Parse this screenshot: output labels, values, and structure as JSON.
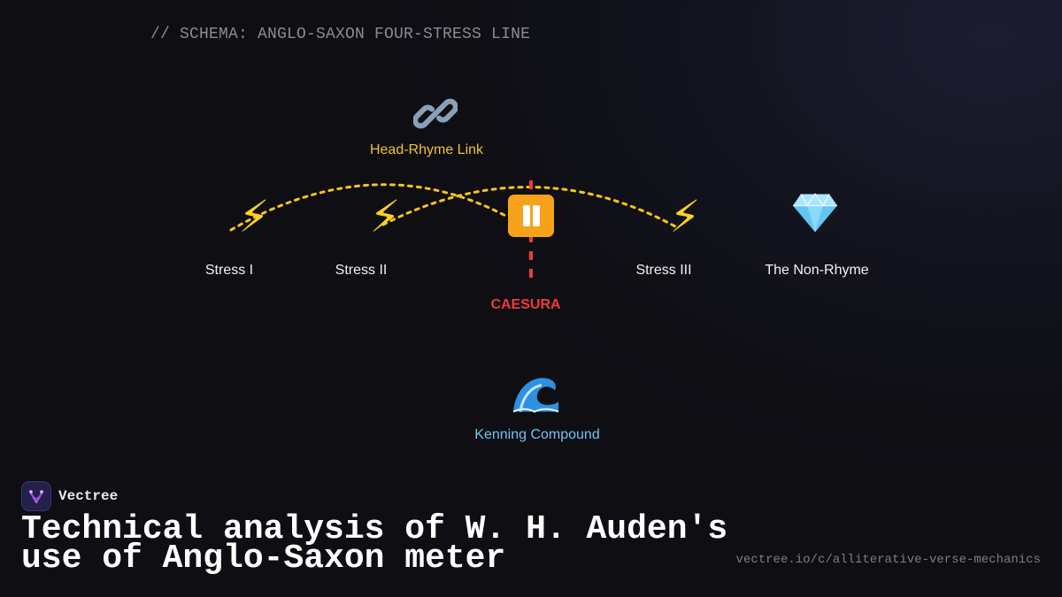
{
  "schema_comment": "// SCHEMA: ANGLO-SAXON FOUR-STRESS LINE",
  "nodes": {
    "head_rhyme": {
      "icon": "link-icon",
      "label": "Head-Rhyme Link"
    },
    "stress_1": {
      "icon": "lightning-icon",
      "label": "Stress I"
    },
    "stress_2": {
      "icon": "lightning-icon",
      "label": "Stress II"
    },
    "caesura": {
      "icon": "pause-icon",
      "label": "CAESURA"
    },
    "stress_3": {
      "icon": "lightning-icon",
      "label": "Stress III"
    },
    "non_rhyme": {
      "icon": "gem-icon",
      "label": "The Non-Rhyme"
    },
    "kenning": {
      "icon": "wave-icon",
      "label": "Kenning Compound"
    }
  },
  "colors": {
    "arc": "#f5c518",
    "caesura": "#ef3a3a",
    "head_rhyme_label": "#f2c230",
    "kenning_label": "#72c3f2"
  },
  "brand": {
    "name": "Vectree",
    "icon": "vectree-logo-icon"
  },
  "headline": "Technical analysis of W. H. Auden's use of Anglo-Saxon meter",
  "url": "vectree.io/c/alliterative-verse-mechanics"
}
